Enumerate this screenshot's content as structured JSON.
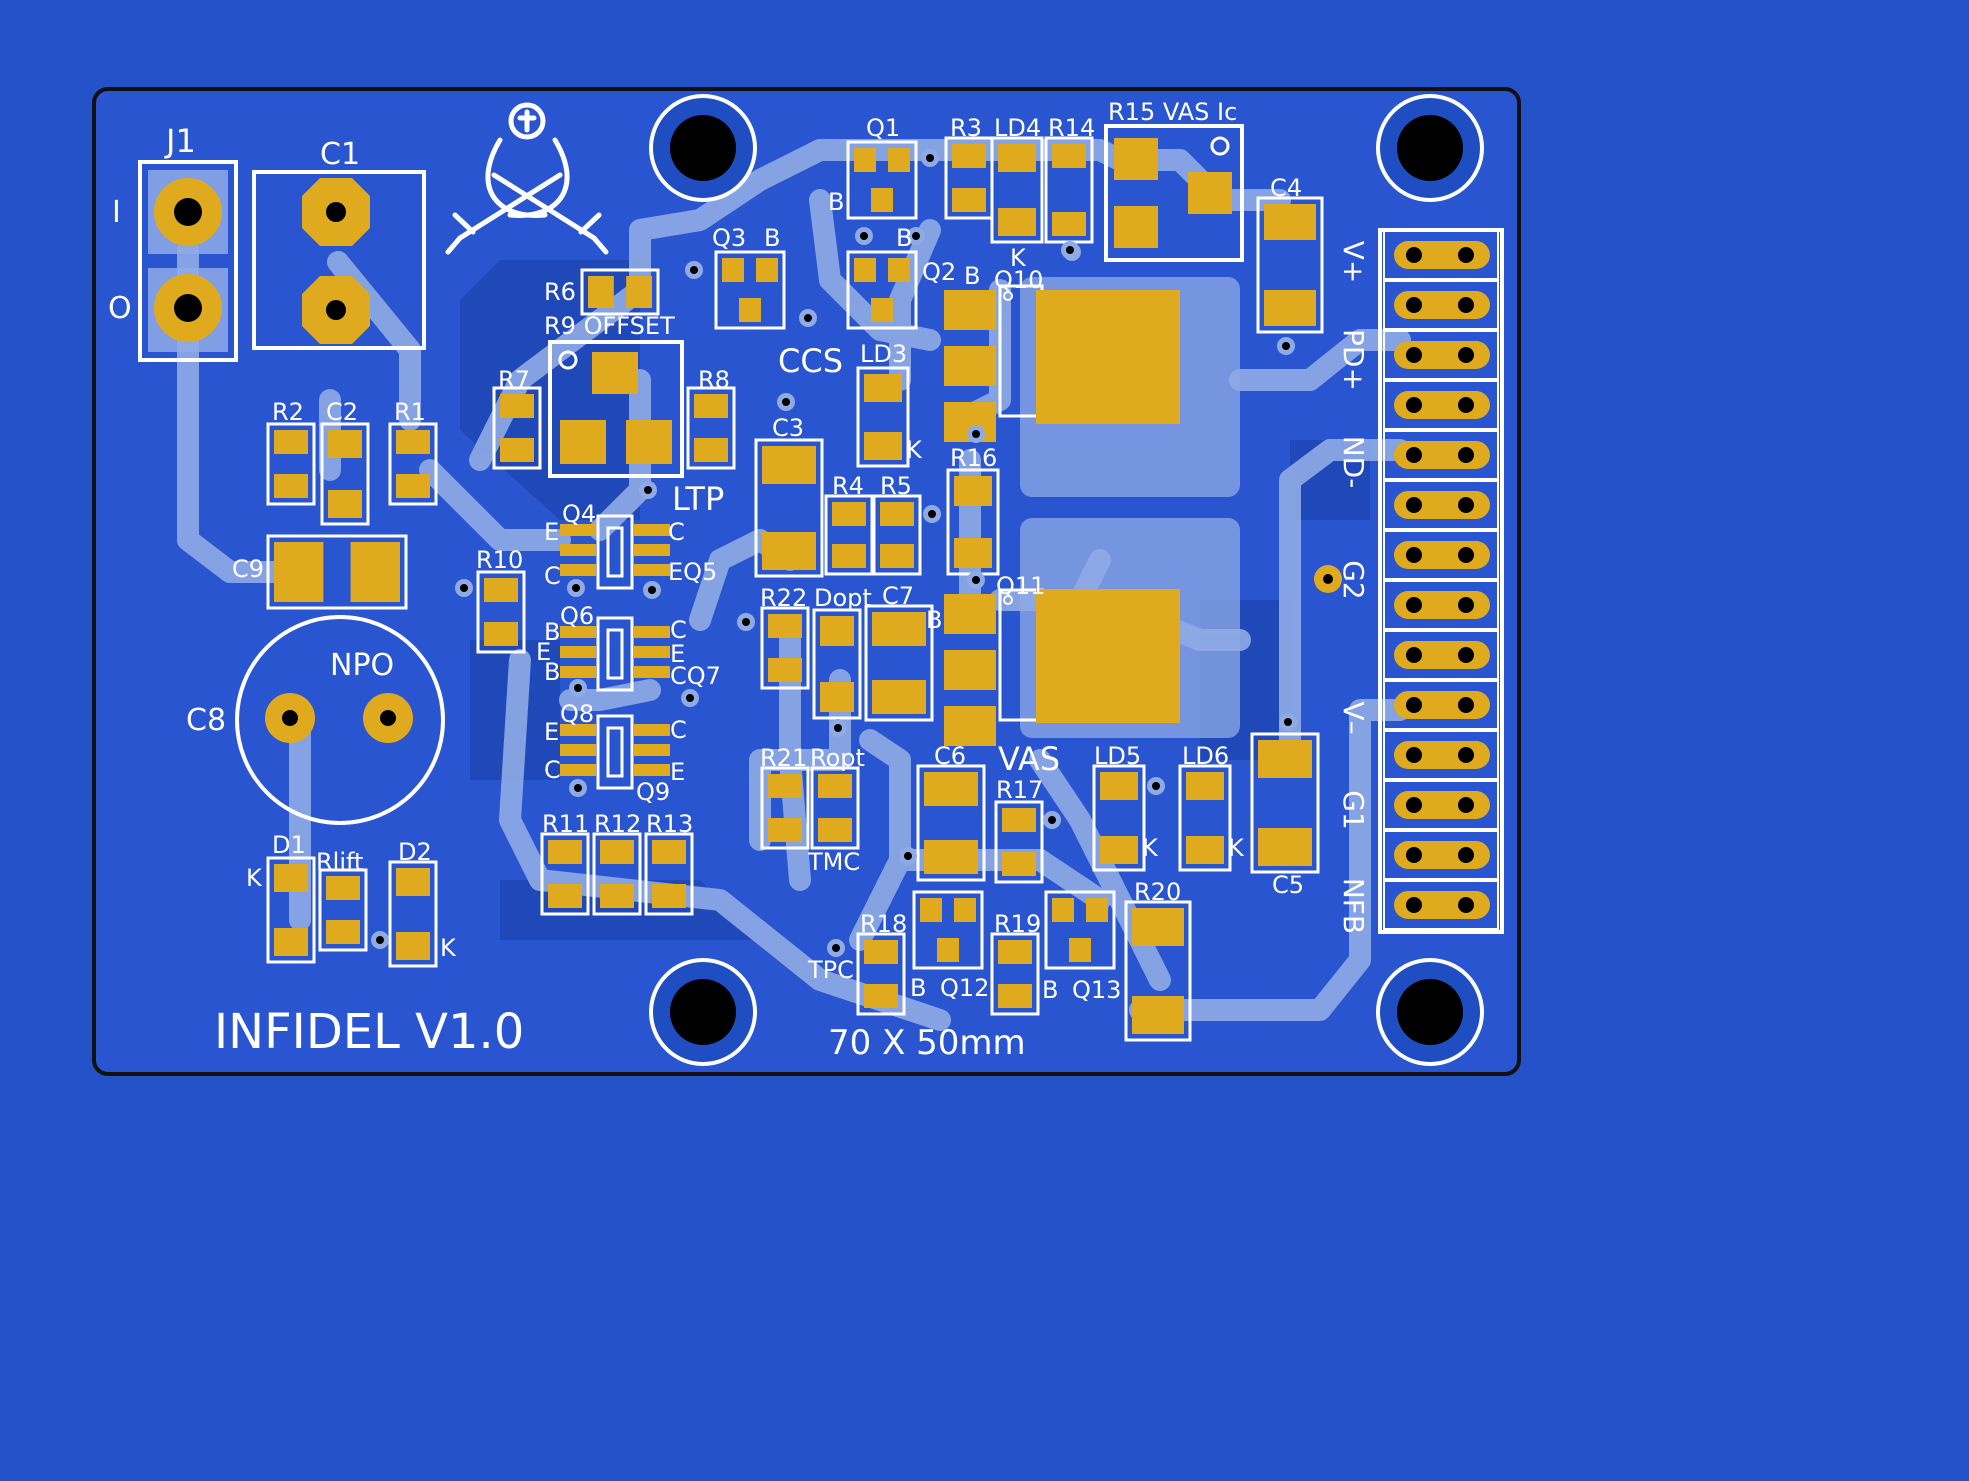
{
  "colors": {
    "background": "#2351c8",
    "board": "#2a55d0",
    "pour": "#1f48b8",
    "trace": "#8fabe6",
    "copper": "#e0aa1e",
    "silk": "#ffffff",
    "outline": "#111111",
    "drill": "#000000"
  },
  "board": {
    "title": "INFIDEL V1.0",
    "dimensions": "70 X 50mm",
    "logo_icon": "crossed-swords-icon"
  },
  "connector": {
    "pins": [
      "V+",
      "PD+",
      "ND-",
      "G2",
      "V–",
      "G1",
      "NFB"
    ]
  },
  "labels": {
    "J1": "J1",
    "C1": "C1",
    "J1_pin1": "I",
    "J1_pin2": "O",
    "R2": "R2",
    "C2": "C2",
    "R1": "R1",
    "C9": "C9",
    "C8": "C8",
    "NPO": "NPO",
    "D1": "D1",
    "Rlift": "Rlift",
    "D2": "D2",
    "K_d1": "K",
    "K_d2": "K",
    "R6": "R6",
    "R9": "R9 OFFSET",
    "R7": "R7",
    "R8": "R8",
    "LTP": "LTP",
    "Q3": "Q3",
    "B_q3": "B",
    "Q1": "Q1",
    "B_q1": "B",
    "B_q1b": "B",
    "Q2": "Q2",
    "R3": "R3",
    "LD4": "LD4",
    "K_ld4": "K",
    "R14": "R14",
    "R15": "R15 VAS Ic",
    "C4": "C4",
    "CCS": "CCS",
    "LD3": "LD3",
    "K_ld3": "K",
    "B_q10": "B",
    "Q10": "Q10",
    "C3": "C3",
    "R4": "R4",
    "R5": "R5",
    "R16": "R16",
    "Q4": "Q4",
    "Q4_E": "E",
    "Q4_C": "C",
    "Q5_C": "C",
    "Q5": "EQ5",
    "Q6": "Q6",
    "Q6_B": "B",
    "Q6_E": "E",
    "Q6_B2": "B",
    "Q7_C": "C",
    "Q7_E": "E",
    "Q7": "CQ7",
    "Q8": "Q8",
    "Q8_E": "E",
    "Q8_C": "C",
    "Q9_C": "C",
    "Q9_E": "E",
    "Q9": "Q9",
    "R10": "R10",
    "R22": "R22",
    "Dopt": "Dopt",
    "C7": "C7",
    "B_q11": "B",
    "Q11": "Q11",
    "R21": "R21",
    "Ropt": "Ropt",
    "TMC": "TMC",
    "C6": "C6",
    "VAS": "VAS",
    "R17": "R17",
    "LD5": "LD5",
    "K_ld5": "K",
    "LD6": "LD6",
    "K_ld6": "K",
    "C5": "C5",
    "R11": "R11",
    "R12": "R12",
    "R13": "R13",
    "R18": "R18",
    "TPC": "TPC",
    "B_q12": "B",
    "Q12": "Q12",
    "R19": "R19",
    "B_q13": "B",
    "Q13": "Q13",
    "R20": "R20"
  }
}
